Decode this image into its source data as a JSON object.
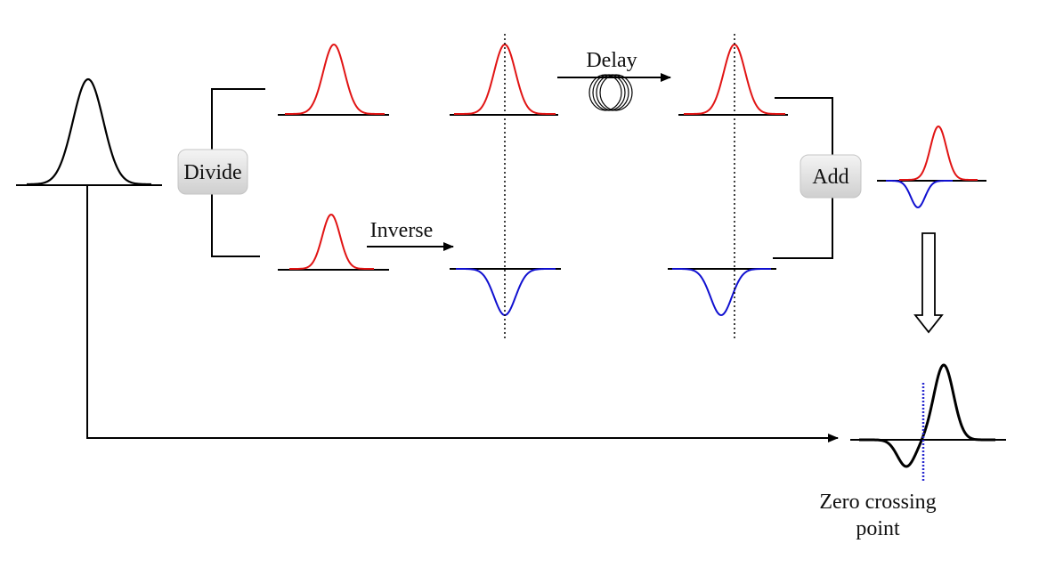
{
  "labels": {
    "divide": "Divide",
    "add": "Add",
    "delay": "Delay",
    "inverse": "Inverse",
    "zero_crossing_line1": "Zero crossing",
    "zero_crossing_line2": "point"
  },
  "colors": {
    "original_pulse": "#000000",
    "positive_pulse": "#e11414",
    "inverted_pulse": "#1010d0",
    "zero_line": "#2a2ad0",
    "button_fill": "#e2e2e2"
  },
  "icons": {
    "fiber_coil": "fiber-coil-icon",
    "down_arrow": "hollow-down-arrow-icon"
  }
}
